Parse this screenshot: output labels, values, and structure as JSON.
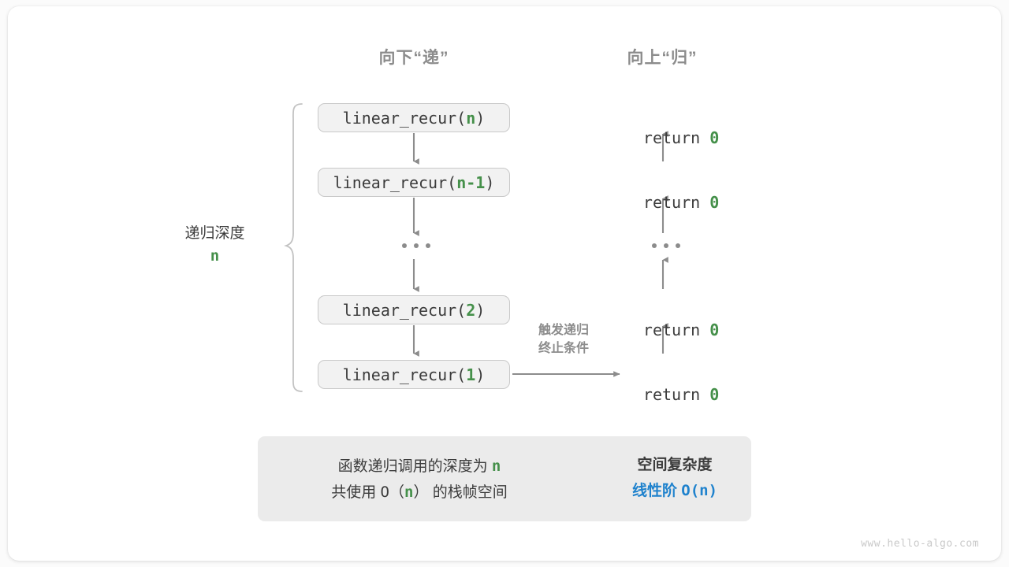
{
  "headers": {
    "down": "向下“递”",
    "up": "向上“归”"
  },
  "depth": {
    "label": "递归深度",
    "value": "n"
  },
  "call_stack": [
    {
      "prefix": "linear_recur(",
      "arg": "n",
      "suffix": ")"
    },
    {
      "prefix": "linear_recur(",
      "arg": "n-1",
      "suffix": ")"
    },
    {
      "prefix": "linear_recur(",
      "arg": "2",
      "suffix": ")"
    },
    {
      "prefix": "linear_recur(",
      "arg": "1",
      "suffix": ")"
    }
  ],
  "returns": [
    {
      "keyword": "return ",
      "value": "0"
    },
    {
      "keyword": "return ",
      "value": "0"
    },
    {
      "keyword": "return ",
      "value": "0"
    },
    {
      "keyword": "return ",
      "value": "0"
    }
  ],
  "terminate_note": {
    "line1": "触发递归",
    "line2": "终止条件"
  },
  "summary": {
    "left_line1_a": "函数递归调用的深度为 ",
    "left_line1_n": "n",
    "left_line2_a": "共使用 ",
    "left_line2_b": "O（",
    "left_line2_n": "n",
    "left_line2_c": "）",
    "left_line2_d": " 的栈帧空间",
    "title": "空间复杂度",
    "value_text": "线性阶 ",
    "value_mono": "O(n)"
  },
  "watermark": "www.hello-algo.com",
  "colors": {
    "green": "#45904a",
    "blue": "#1f82cd",
    "gray_text": "#3c3c3c",
    "gray_muted": "#8c8c8c",
    "box_fill": "#f2f2f2",
    "box_border": "#c9c9c9",
    "panel_fill": "#ebebeb",
    "arrow": "#8c8c8c",
    "block_arrow": "#c4c4c4"
  }
}
